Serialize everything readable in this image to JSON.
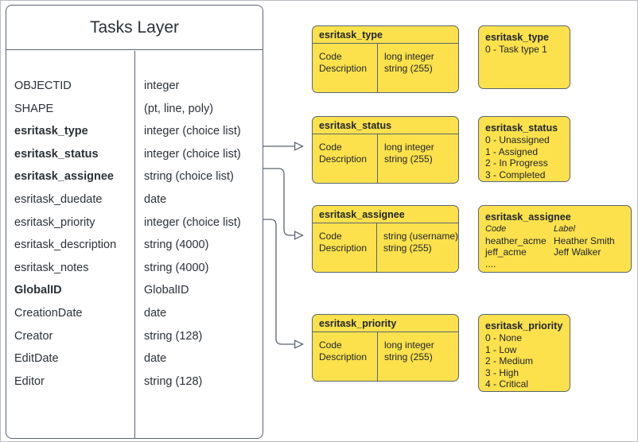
{
  "diagram": {
    "title": "Tasks Layer",
    "accent_yellow": "#fce14c",
    "line_color": "#5b6472"
  },
  "tasks_layer": {
    "title": "Tasks Layer",
    "column_headers": [
      "",
      ""
    ],
    "fields": [
      {
        "name": "OBJECTID",
        "type": "integer",
        "bold": false
      },
      {
        "name": "SHAPE",
        "type": "(pt, line, poly)",
        "bold": false
      },
      {
        "name": "esritask_type",
        "type": "integer (choice list)",
        "bold": true
      },
      {
        "name": "esritask_status",
        "type": "integer (choice list)",
        "bold": true
      },
      {
        "name": "esritask_assignee",
        "type": "string (choice list)",
        "bold": true
      },
      {
        "name": "esritask_duedate",
        "type": "date",
        "bold": false
      },
      {
        "name": "esritask_priority",
        "type": "integer (choice list)",
        "bold": false
      },
      {
        "name": "esritask_description",
        "type": "string (4000)",
        "bold": false
      },
      {
        "name": "esritask_notes",
        "type": "string (4000)",
        "bold": false
      },
      {
        "name": "GlobalID",
        "type": "GlobalID",
        "bold": true
      },
      {
        "name": "CreationDate",
        "type": "date",
        "bold": false
      },
      {
        "name": "Creator",
        "type": "string (128)",
        "bold": false
      },
      {
        "name": "EditDate",
        "type": "date",
        "bold": false
      },
      {
        "name": "Editor",
        "type": "string (128)",
        "bold": false
      }
    ]
  },
  "domain_tables": [
    {
      "id": "type",
      "title": "esritask_type",
      "rows": [
        {
          "field": "Code",
          "type": "long integer"
        },
        {
          "field": "Description",
          "type": "string (255)"
        }
      ]
    },
    {
      "id": "status",
      "title": "esritask_status",
      "rows": [
        {
          "field": "Code",
          "type": "long integer"
        },
        {
          "field": "Description",
          "type": "string (255)"
        }
      ]
    },
    {
      "id": "assignee",
      "title": "esritask_assignee",
      "rows": [
        {
          "field": "Code",
          "type": "string  (username)"
        },
        {
          "field": "Description",
          "type": "string (255)"
        }
      ]
    },
    {
      "id": "priority",
      "title": "esritask_priority",
      "rows": [
        {
          "field": "Code",
          "type": "long integer"
        },
        {
          "field": "Description",
          "type": "string (255)"
        }
      ]
    }
  ],
  "value_lists": {
    "type": {
      "title": "esritask_type",
      "values": [
        "0 - Task type 1"
      ]
    },
    "status": {
      "title": "esritask_status",
      "values": [
        "0 - Unassigned",
        "1 - Assigned",
        "2 - In Progress",
        "3 - Completed"
      ]
    },
    "assignee": {
      "title": "esritask_assignee",
      "header_code": "Code",
      "header_label": "Label",
      "pairs": [
        {
          "code": "heather_acme",
          "label": "Heather Smith"
        },
        {
          "code": "jeff_acme",
          "label": "Jeff Walker"
        }
      ],
      "ellipsis": "...."
    },
    "priority": {
      "title": "esritask_priority",
      "values": [
        "0 - None",
        "1 - Low",
        "2 - Medium",
        "3 - High",
        "4 - Critical"
      ]
    }
  }
}
